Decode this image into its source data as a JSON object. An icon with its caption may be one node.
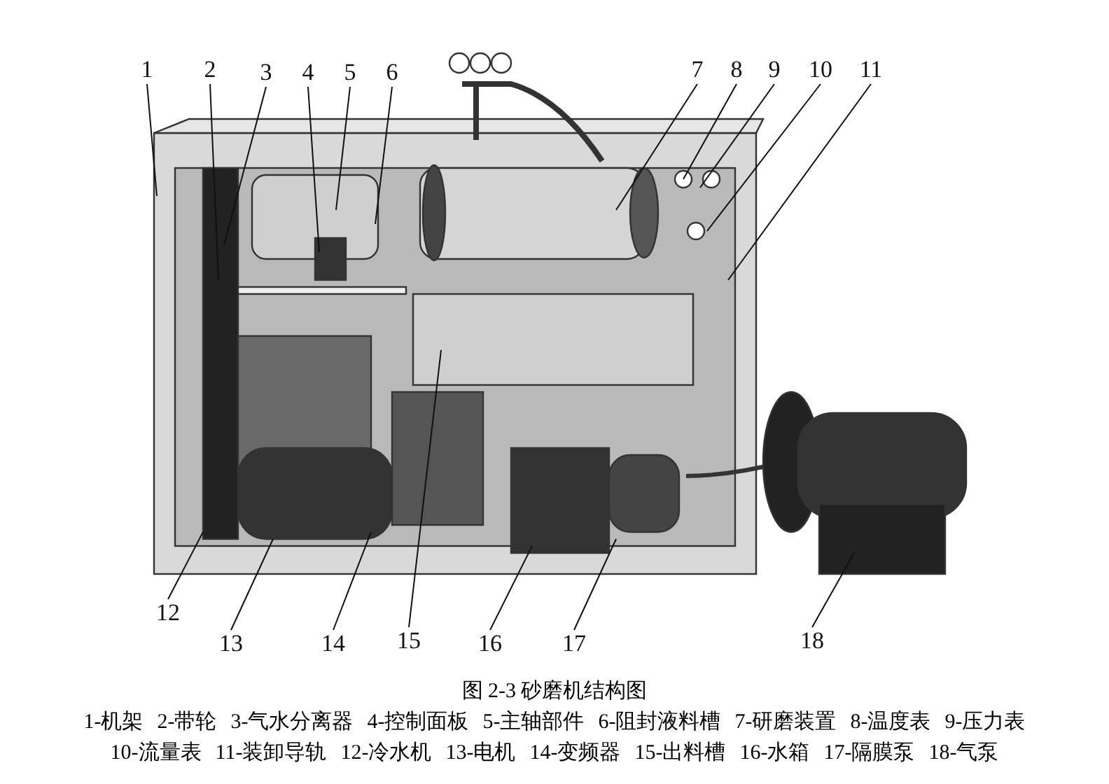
{
  "diagram": {
    "caption": "图 2-3 砂磨机结构图",
    "nodes": [
      {
        "text": [
          "1"
        ]
      },
      {
        "text": [
          "2"
        ]
      },
      {
        "text": [
          "3"
        ]
      },
      {
        "text": [
          "4"
        ]
      },
      {
        "text": [
          "5"
        ]
      },
      {
        "text": [
          "6"
        ]
      },
      {
        "text": [
          "7"
        ]
      },
      {
        "text": [
          "8"
        ]
      },
      {
        "text": [
          "9"
        ]
      },
      {
        "text": [
          "10"
        ]
      },
      {
        "text": [
          "11"
        ]
      },
      {
        "text": [
          "12"
        ]
      },
      {
        "text": [
          "13"
        ]
      },
      {
        "text": [
          "14"
        ]
      },
      {
        "text": [
          "15"
        ]
      },
      {
        "text": [
          "16"
        ]
      },
      {
        "text": [
          "17"
        ]
      },
      {
        "text": [
          "18"
        ]
      }
    ],
    "edges": [
      {
        "from": 0,
        "to": null,
        "arrow": "none"
      },
      {
        "from": 1,
        "to": null,
        "arrow": "none"
      },
      {
        "from": 2,
        "to": null,
        "arrow": "none"
      },
      {
        "from": 3,
        "to": null,
        "arrow": "none"
      },
      {
        "from": 4,
        "to": null,
        "arrow": "none"
      },
      {
        "from": 5,
        "to": null,
        "arrow": "none"
      },
      {
        "from": 6,
        "to": null,
        "arrow": "none"
      },
      {
        "from": 7,
        "to": null,
        "arrow": "none"
      },
      {
        "from": 8,
        "to": null,
        "arrow": "none"
      },
      {
        "from": 9,
        "to": null,
        "arrow": "none"
      },
      {
        "from": 10,
        "to": null,
        "arrow": "none"
      },
      {
        "from": 11,
        "to": null,
        "arrow": "none"
      },
      {
        "from": 12,
        "to": null,
        "arrow": "none"
      },
      {
        "from": 13,
        "to": null,
        "arrow": "none"
      },
      {
        "from": 14,
        "to": null,
        "arrow": "none"
      },
      {
        "from": 15,
        "to": null,
        "arrow": "none"
      },
      {
        "from": 16,
        "to": null,
        "arrow": "none"
      },
      {
        "from": 17,
        "to": null,
        "arrow": "none"
      }
    ],
    "labels": [
      "1-机架",
      "2-带轮",
      "3-气水分离器",
      "4-控制面板",
      "5-主轴部件",
      "6-阻封液料槽",
      "7-研磨装置",
      "8-温度表",
      "9-压力表",
      "10-流量表",
      "11-装卸导轨",
      "12-冷水机",
      "13-电机",
      "14-变频器",
      "15-出料槽",
      "16-水箱",
      "17-隔膜泵",
      "18-气泵"
    ]
  }
}
